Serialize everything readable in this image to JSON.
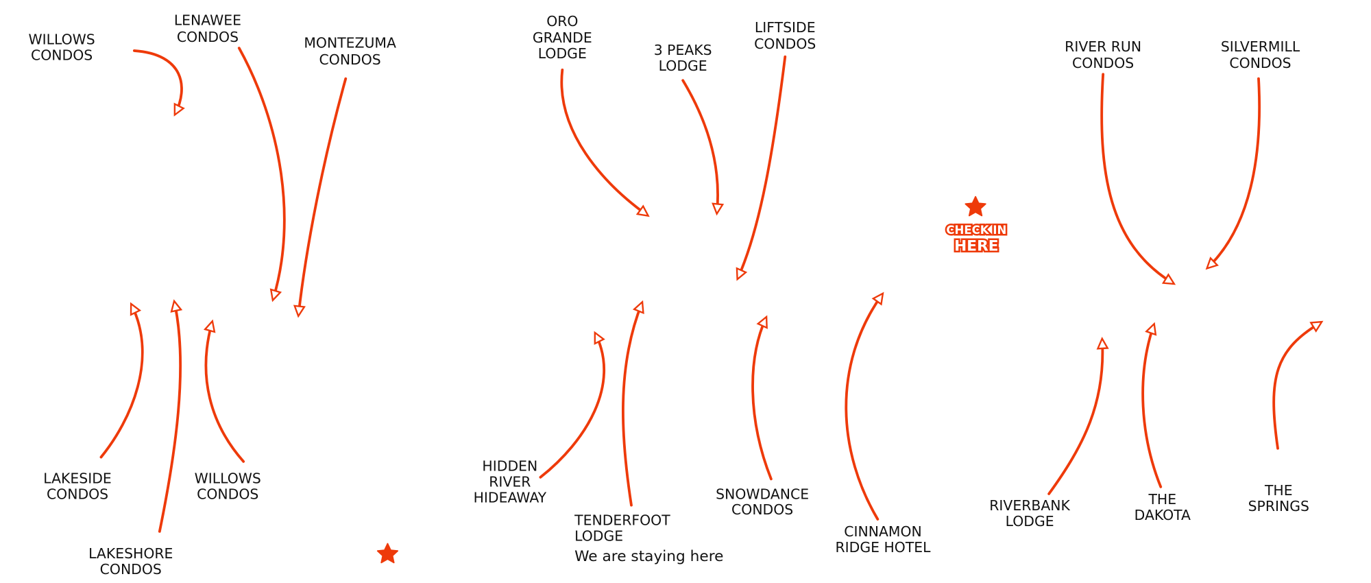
{
  "accent_color": "#ee3a0a",
  "labels": {
    "willows_top": [
      "WILLOWS",
      "CONDOS"
    ],
    "lenawee": [
      "LENAWEE",
      "CONDOS"
    ],
    "montezuma": [
      "MONTEZUMA",
      "CONDOS"
    ],
    "oro_grande": [
      "ORO",
      "GRANDE",
      "LODGE"
    ],
    "three_peaks": [
      "3 PEAKS",
      "LODGE"
    ],
    "liftside": [
      "LIFTSIDE",
      "CONDOS"
    ],
    "river_run": [
      "RIVER RUN",
      "CONDOS"
    ],
    "silvermill": [
      "SILVERMILL",
      "CONDOS"
    ],
    "lakeside": [
      "LAKESIDE",
      "CONDOS"
    ],
    "lakeshore": [
      "LAKESHORE",
      "CONDOS"
    ],
    "willows_bottom": [
      "WILLOWS",
      "CONDOS"
    ],
    "hidden_river": [
      "HIDDEN",
      "RIVER",
      "HIDEAWAY"
    ],
    "tenderfoot": [
      "TENDERFOOT",
      "LODGE"
    ],
    "snowdance": [
      "SNOWDANCE",
      "CONDOS"
    ],
    "cinnamon": [
      "CINNAMON",
      "RIDGE HOTEL"
    ],
    "riverbank": [
      "RIVERBANK",
      "LODGE"
    ],
    "dakota": [
      "THE",
      "DAKOTA"
    ],
    "springs": [
      "THE",
      "SPRINGS"
    ]
  },
  "checkin": {
    "line1": "CHECK IN",
    "line2": "HERE",
    "icon": "star-icon"
  },
  "legend": {
    "text": "We are staying here",
    "icon": "star-icon"
  }
}
